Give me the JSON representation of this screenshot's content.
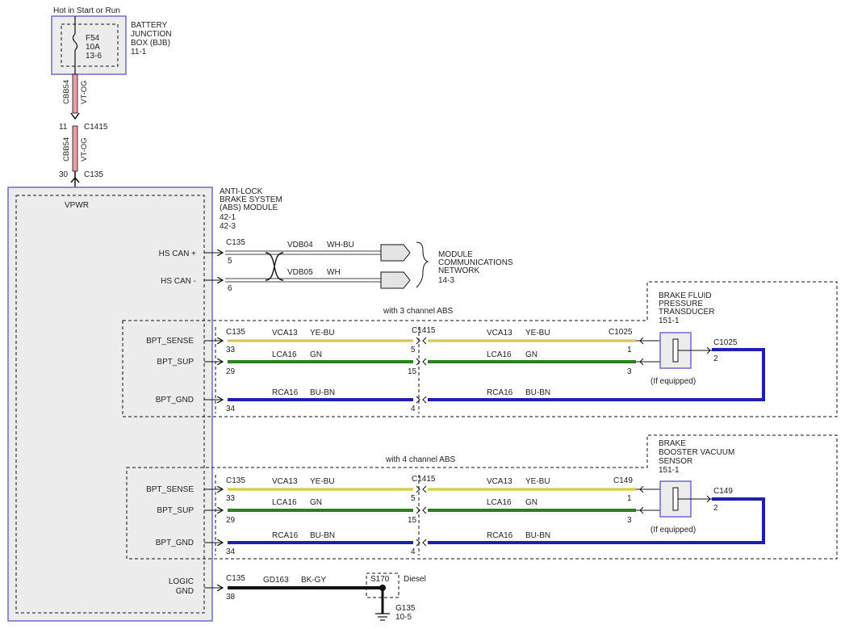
{
  "power": {
    "source_label": "Hot in Start or Run"
  },
  "bjb": {
    "title_line1": "BATTERY",
    "title_line2": "JUNCTION",
    "title_line3": "BOX (BJB)",
    "ref": "11-1",
    "fuse_id": "F54",
    "fuse_amps": "10A",
    "fuse_ref": "13-6"
  },
  "feed_wire": {
    "circuit": "CBB54",
    "color": "VT-OG"
  },
  "c1415_top": {
    "pin": "11",
    "connector": "C1415"
  },
  "c135_top": {
    "pin": "30",
    "connector": "C135"
  },
  "abs": {
    "title_line1": "ANTI-LOCK",
    "title_line2": "BRAKE SYSTEM",
    "title_line3": "(ABS) MODULE",
    "ref1": "42-1",
    "ref2": "42-3",
    "vpwr": "VPWR"
  },
  "can": {
    "connector": "C135",
    "hs_can_plus": "HS CAN +",
    "hs_can_minus": "HS CAN -",
    "pin_plus": "5",
    "pin_minus": "6",
    "wire_plus_circuit": "VDB04",
    "wire_plus_color": "WH-BU",
    "wire_minus_circuit": "VDB05",
    "wire_minus_color": "WH",
    "network_line1": "MODULE",
    "network_line2": "COMMUNICATIONS",
    "network_line3": "NETWORK",
    "network_ref": "14-3"
  },
  "abs3": {
    "variant": "with 3 channel ABS",
    "sensor_line1": "BRAKE FLUID",
    "sensor_line2": "PRESSURE",
    "sensor_line3": "TRANSDUCER",
    "sensor_ref": "151-1",
    "sensor_connector": "C1025",
    "sensor_pin": "2",
    "equipped": "(If equipped)",
    "inline_connector": "C1415",
    "module_connector": "C135",
    "far_connector": "C1025",
    "sense_label": "BPT_SENSE",
    "sup_label": "BPT_SUP",
    "gnd_label": "BPT_GND",
    "sense_circuit": "VCA13",
    "sense_color": "YE-BU",
    "sup_circuit": "LCA16",
    "sup_color": "GN",
    "gnd_circuit": "RCA16",
    "gnd_color": "BU-BN",
    "pin_sense_mod": "33",
    "pin_sup_mod": "29",
    "pin_gnd_mod": "34",
    "pin_sense_inl": "5",
    "pin_sup_inl": "15",
    "pin_gnd_inl": "4",
    "pin_sense_far": "1",
    "pin_sup_far": "3"
  },
  "abs4": {
    "variant": "with 4 channel ABS",
    "sensor_line1": "BRAKE",
    "sensor_line2": "BOOSTER VACUUM",
    "sensor_line3": "SENSOR",
    "sensor_ref": "151-1",
    "sensor_connector": "C149",
    "sensor_pin": "2",
    "equipped": "(If equipped)",
    "inline_connector": "C1415",
    "module_connector": "C135",
    "far_connector": "C149",
    "sense_label": "BPT_SENSE",
    "sup_label": "BPT_SUP",
    "gnd_label": "BPT_GND",
    "sense_circuit": "VCA13",
    "sense_color": "YE-BU",
    "sup_circuit": "LCA16",
    "sup_color": "GN",
    "gnd_circuit": "RCA16",
    "gnd_color": "BU-BN",
    "pin_sense_mod": "33",
    "pin_sup_mod": "29",
    "pin_gnd_mod": "34",
    "pin_sense_inl": "5",
    "pin_sup_inl": "15",
    "pin_gnd_inl": "4",
    "pin_sense_far": "1",
    "pin_sup_far": "3"
  },
  "ground": {
    "logic_line1": "LOGIC",
    "logic_line2": "GND",
    "connector": "C135",
    "pin": "38",
    "circuit": "GD163",
    "color": "BK-GY",
    "splice": "S170",
    "note": "Diesel",
    "ground_id": "G135",
    "ground_ref": "10-5"
  },
  "colors": {
    "yellow": "#e8e070",
    "green": "#2e7d1e",
    "blue": "#1f1fb0",
    "black": "#111111",
    "feed": "#e8a0a8",
    "frame": "#6c6cc8",
    "module_fill": "#ececec"
  }
}
